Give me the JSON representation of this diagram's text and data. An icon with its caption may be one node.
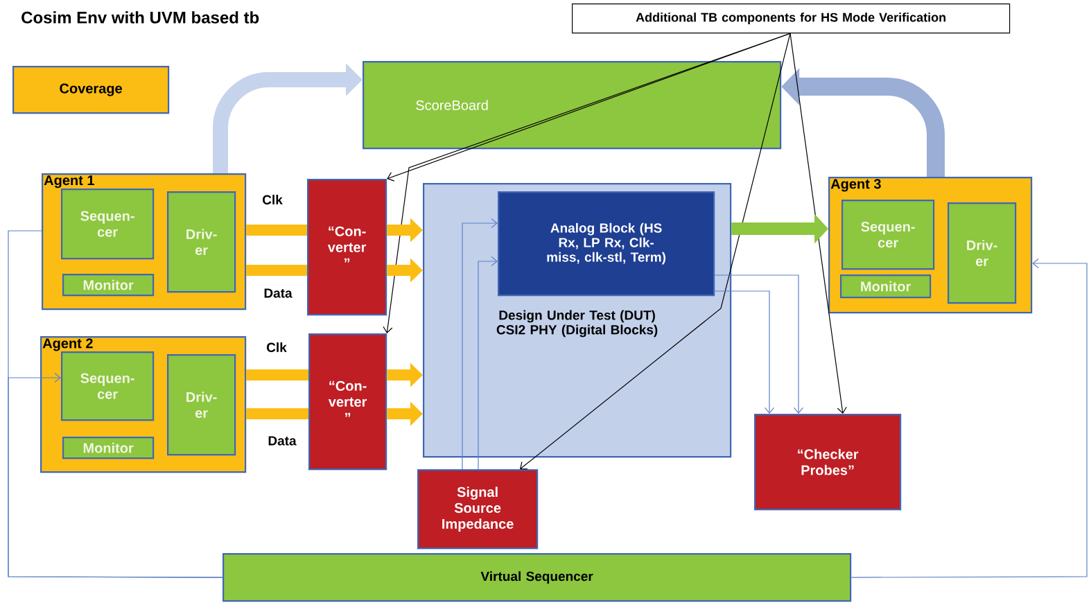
{
  "diagram": {
    "title": "Cosim Env with UVM based tb",
    "nodes": [
      {
        "text": [
          "Coverage"
        ]
      },
      {
        "text": [
          "ScoreBoard"
        ]
      },
      {
        "text": [
          "Agent 1"
        ]
      },
      {
        "text": [
          "Sequen- cer"
        ],
        "in": 2
      },
      {
        "text": [
          "Driv- er"
        ],
        "in": 2
      },
      {
        "text": [
          "Monitor"
        ],
        "in": 2
      },
      {
        "text": [
          "“Con- verter ”"
        ]
      },
      {
        "text": [
          "Agent 2"
        ]
      },
      {
        "text": [
          "Sequen- cer"
        ],
        "in": 7
      },
      {
        "text": [
          "Driv- er"
        ],
        "in": 7
      },
      {
        "text": [
          "Monitor"
        ],
        "in": 7
      },
      {
        "text": [
          "“Con- verter ”"
        ]
      },
      {
        "text": [
          "Design Under Test (DUT) CSI2 PHY (Digital Blocks)"
        ]
      },
      {
        "text": [
          "Analog Block (HS Rx, LP Rx, Clk-miss, clk-stl, Term)"
        ],
        "in": 12
      },
      {
        "text": [
          "Agent 3"
        ]
      },
      {
        "text": [
          "Sequen- cer"
        ],
        "in": 14
      },
      {
        "text": [
          "Monitor"
        ],
        "in": 14
      },
      {
        "text": [
          "Driv- er"
        ],
        "in": 14
      },
      {
        "text": [
          "Signal Source Impedance"
        ]
      },
      {
        "text": [
          "“Checker Probes”"
        ]
      },
      {
        "text": [
          "Virtual Sequencer"
        ]
      },
      {
        "text": [
          "Additional TB components for HS Mode Verification"
        ]
      }
    ],
    "edges": [
      {
        "from": 2,
        "to": 1,
        "arrow": "to",
        "style": "thick",
        "color": "#c6d3ec"
      },
      {
        "from": 14,
        "to": 1,
        "arrow": "to",
        "style": "thick",
        "color": "#9aaed6"
      },
      {
        "from": 21,
        "to": 6,
        "arrow": "to",
        "color": "#000000"
      },
      {
        "from": 21,
        "to": 11,
        "arrow": "to",
        "color": "#000000"
      },
      {
        "from": 21,
        "to": 18,
        "arrow": "to",
        "color": "#000000"
      },
      {
        "from": 21,
        "to": 19,
        "arrow": "to",
        "color": "#000000"
      },
      {
        "from": 2,
        "to": 6,
        "arrow": "none",
        "style": "thick",
        "label": "Clk"
      },
      {
        "from": 2,
        "to": 6,
        "arrow": "none",
        "style": "thick",
        "label": "Data"
      },
      {
        "from": 6,
        "to": 12,
        "arrow": "to",
        "style": "thick"
      },
      {
        "from": 6,
        "to": 12,
        "arrow": "to",
        "style": "thick"
      },
      {
        "from": 7,
        "to": 11,
        "arrow": "none",
        "style": "thick",
        "label": "Clk"
      },
      {
        "from": 7,
        "to": 11,
        "arrow": "none",
        "style": "thick",
        "label": "Data"
      },
      {
        "from": 11,
        "to": 12,
        "arrow": "to",
        "style": "thick"
      },
      {
        "from": 11,
        "to": 12,
        "arrow": "to",
        "style": "thick"
      },
      {
        "from": 12,
        "to": 14,
        "arrow": "to",
        "style": "thick",
        "color": "#8dc63f"
      },
      {
        "from": 18,
        "to": 13,
        "arrow": "to",
        "color": "#5b80c8"
      },
      {
        "from": 18,
        "to": 13,
        "arrow": "to",
        "color": "#5b80c8"
      },
      {
        "from": 13,
        "to": 19,
        "arrow": "to",
        "color": "#5b80c8"
      },
      {
        "from": 13,
        "to": 19,
        "arrow": "to",
        "color": "#5b80c8"
      },
      {
        "from": 20,
        "to": 2,
        "arrow": "none",
        "color": "#5b80c8"
      },
      {
        "from": 20,
        "to": 8,
        "arrow": "to",
        "color": "#5b80c8"
      },
      {
        "from": 20,
        "to": 14,
        "arrow": "to",
        "color": "#5b80c8"
      }
    ]
  }
}
